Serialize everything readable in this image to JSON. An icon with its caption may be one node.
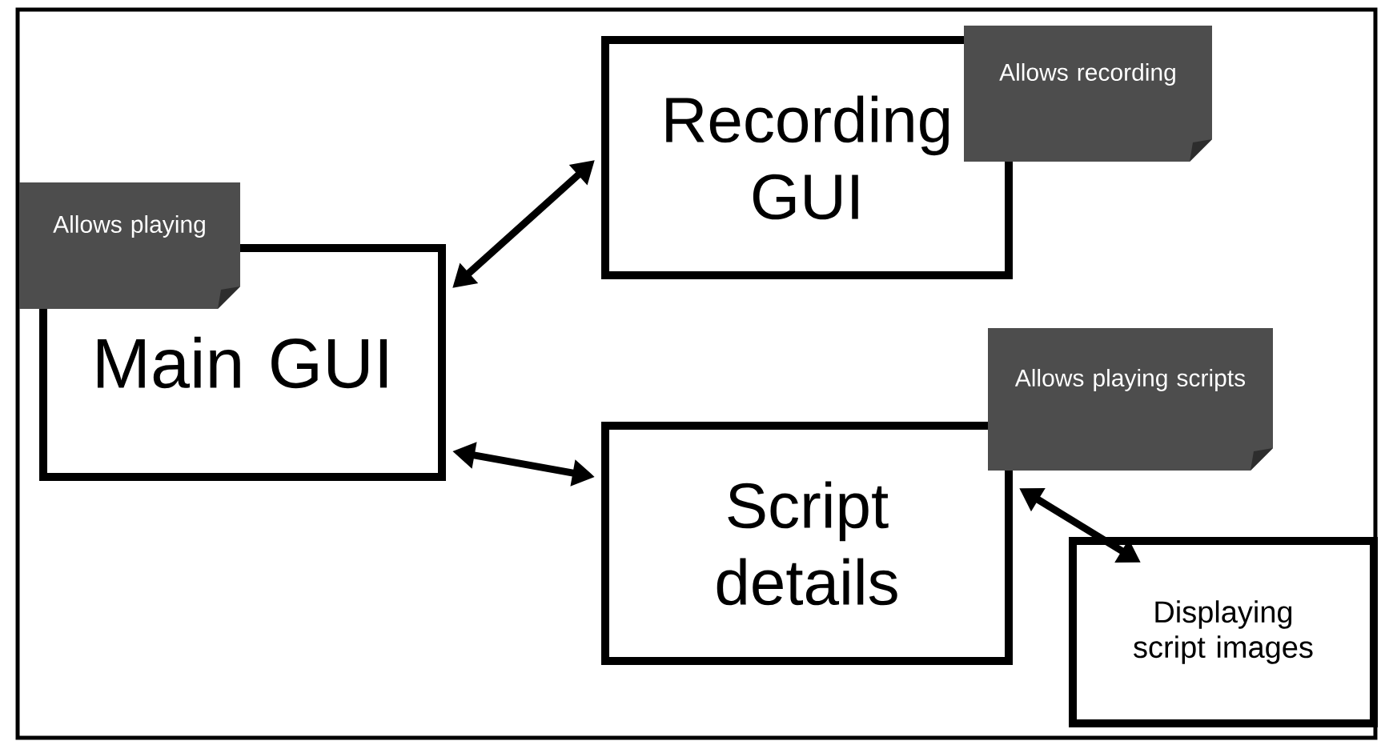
{
  "diagram": {
    "nodes": [
      {
        "text": [
          "Main GUI"
        ]
      },
      {
        "text": [
          "Recording GUI"
        ]
      },
      {
        "text": [
          "Script details"
        ]
      },
      {
        "text": [
          "Displaying script images"
        ]
      },
      {
        "text": [
          "Allows playing"
        ]
      },
      {
        "text": [
          "Allows recording"
        ]
      },
      {
        "text": [
          "Allows playing scripts"
        ]
      }
    ],
    "edges": [
      {
        "from": 0,
        "to": 1,
        "arrow": "both"
      },
      {
        "from": 0,
        "to": 2,
        "arrow": "both"
      },
      {
        "from": 2,
        "to": 3,
        "arrow": "both"
      }
    ]
  }
}
